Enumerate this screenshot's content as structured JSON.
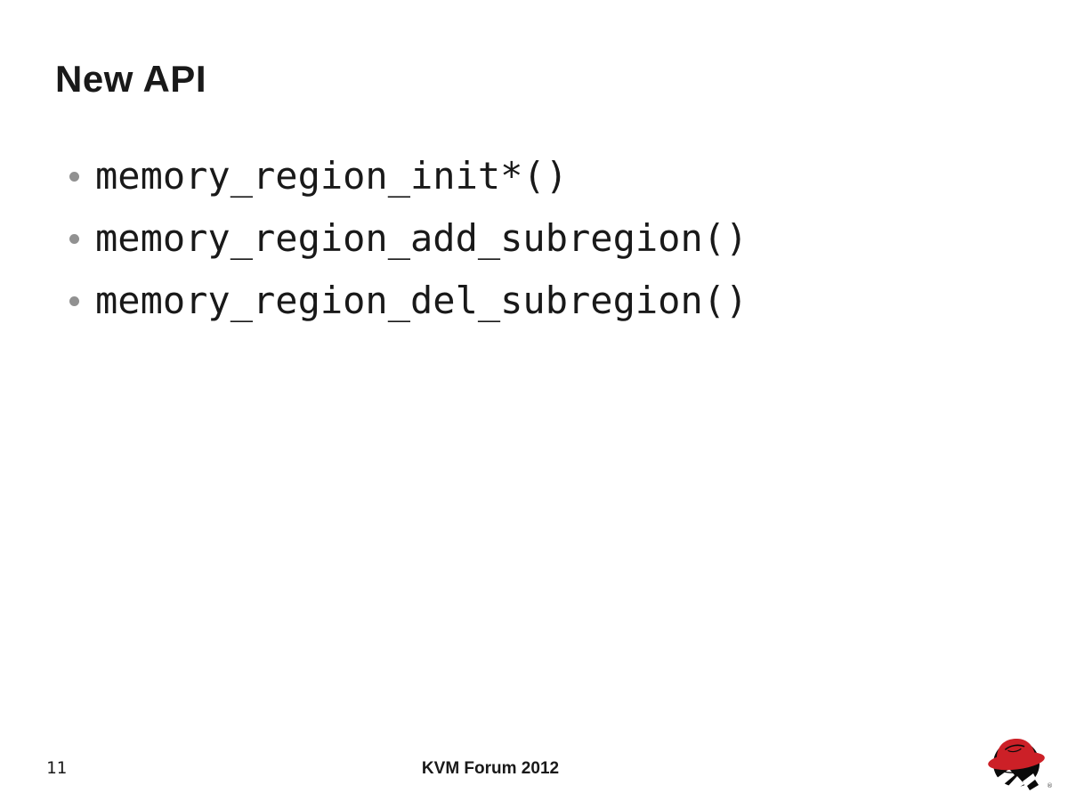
{
  "slide": {
    "title": "New API",
    "bullets": [
      "memory_region_init*()",
      "memory_region_add_subregion()",
      "memory_region_del_subregion()"
    ],
    "footer": {
      "page_number": "11",
      "event": "KVM Forum 2012"
    },
    "logo": {
      "name": "redhat-shadowman",
      "registered_mark": "®"
    },
    "colors": {
      "background": "#ffffff",
      "text": "#191919",
      "bullet_marker": "#919191",
      "logo_red": "#cc2027",
      "logo_black": "#0a0a0a"
    }
  }
}
